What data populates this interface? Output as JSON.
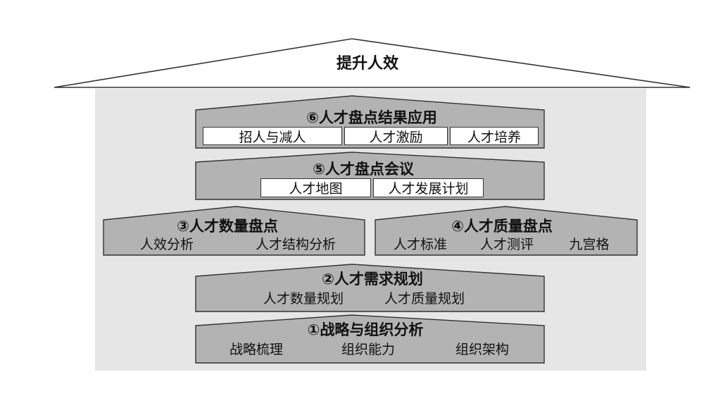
{
  "roof": {
    "title": "提升人效"
  },
  "levels": {
    "l6": {
      "title": "⑥人才盘点结果应用",
      "items": [
        "招人与减人",
        "人才激励",
        "人才培养"
      ]
    },
    "l5": {
      "title": "⑤人才盘点会议",
      "items": [
        "人才地图",
        "人才发展计划"
      ]
    },
    "l3": {
      "title": "③人才数量盘点",
      "items": [
        "人效分析",
        "人才结构分析"
      ]
    },
    "l4": {
      "title": "④人才质量盘点",
      "items": [
        "人才标准",
        "人才测评",
        "九宫格"
      ]
    },
    "l2": {
      "title": "②人才需求规划",
      "items": [
        "人才数量规划",
        "人才质量规划"
      ]
    },
    "l1": {
      "title": "①战略与组织分析",
      "items": [
        "战略梳理",
        "组织能力",
        "组织架构"
      ]
    }
  },
  "colors": {
    "panel": "#e6e6e6",
    "block": "#b3b3b3",
    "stroke": "#333333"
  }
}
